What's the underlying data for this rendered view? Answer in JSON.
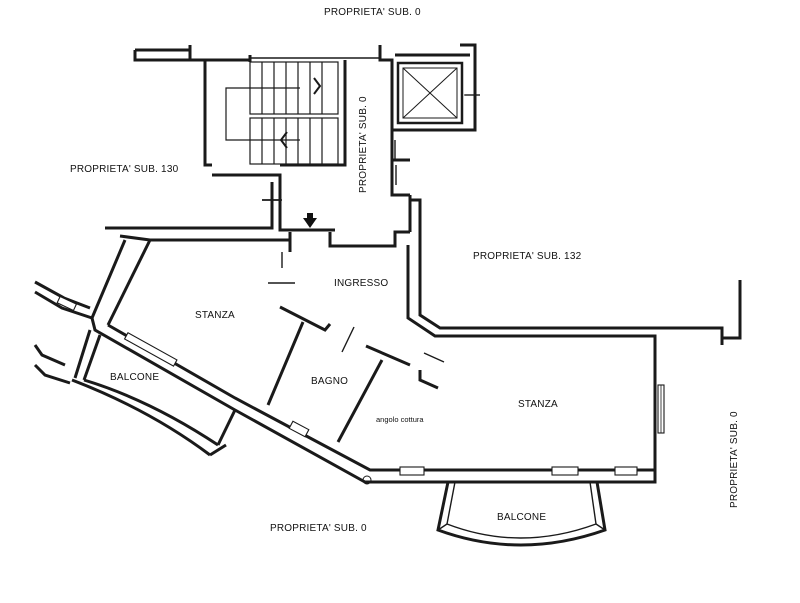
{
  "labels": {
    "prop_top": "PROPRIETA' SUB. 0",
    "prop_stair": "PROPRIETA' SUB. 0",
    "prop_130": "PROPRIETA' SUB. 130",
    "prop_132": "PROPRIETA' SUB. 132",
    "prop_right": "PROPRIETA' SUB. 0",
    "prop_bottom": "PROPRIETA' SUB. 0",
    "ingresso": "INGRESSO",
    "stanza_left": "STANZA",
    "stanza_right": "STANZA",
    "bagno": "BAGNO",
    "angolo_cottura": "angolo cottura",
    "balcone_left": "BALCONE",
    "balcone_bottom": "BALCONE"
  },
  "icons": {
    "entrance": "entrance-arrow-icon",
    "elevator": "elevator-shaft-icon",
    "stair_up": "stair-chevron-right-icon",
    "stair_down": "stair-chevron-left-icon"
  }
}
